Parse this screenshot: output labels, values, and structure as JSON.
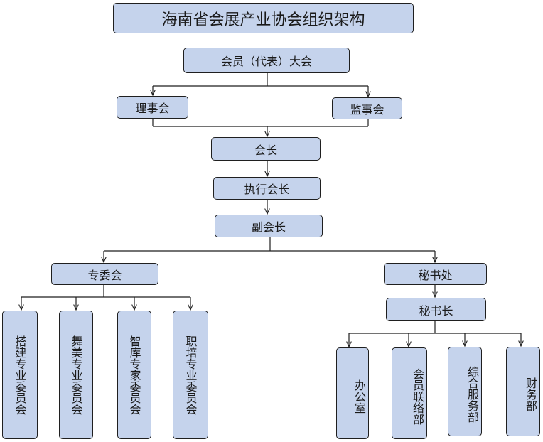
{
  "title": "海南省会展产业协会组织架构",
  "nodes": {
    "assembly": "会员（代表）大会",
    "council": "理事会",
    "supervisory": "监事会",
    "president": "会长",
    "exec_president": "执行会长",
    "vice_president": "副会长",
    "special_committee": "专委会",
    "secretariat": "秘书处",
    "secretary_general": "秘书长",
    "committee_build": "搭建专业委员会",
    "committee_dance": "舞美专业委员会",
    "committee_think": "智库专家委员会",
    "committee_train": "职培专业委员会",
    "dept_office": "办公室",
    "dept_member": "会员联络部",
    "dept_service": "综合服务部",
    "dept_finance": "财务部"
  },
  "colors": {
    "box_fill": "#c5d3ec",
    "stroke": "#1f1f1f"
  }
}
